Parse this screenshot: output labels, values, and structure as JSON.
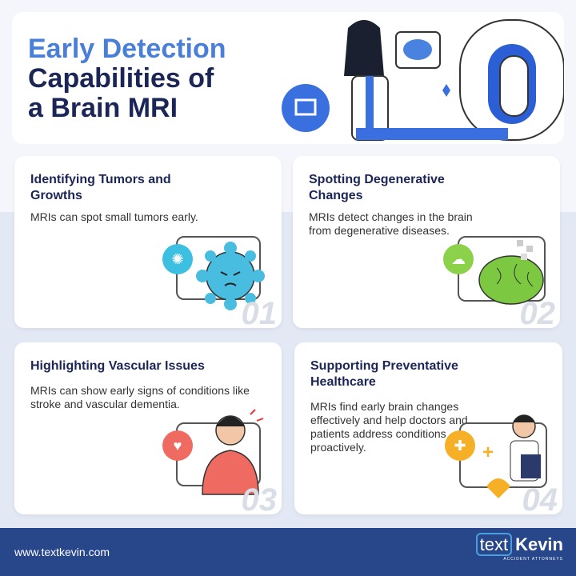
{
  "header": {
    "title_line1": "Early Detection",
    "title_line2": "Capabilities of",
    "title_line3": "a Brain MRI"
  },
  "cards": [
    {
      "title": "Identifying Tumors and Growths",
      "text": "MRIs can spot small tumors early.",
      "number": "01",
      "color": "#3cbfe0"
    },
    {
      "title": "Spotting Degenerative Changes",
      "text": "MRIs detect changes in the brain from degenerative diseases.",
      "number": "02",
      "color": "#8cd14a"
    },
    {
      "title": "Highlighting Vascular Issues",
      "text": "MRIs can show early signs of conditions like stroke and vascular dementia.",
      "number": "03",
      "color": "#ef6b62"
    },
    {
      "title": "Supporting Preventative Healthcare",
      "text": "MRIs find early brain changes effectively and help doctors and patients address conditions proactively.",
      "number": "04",
      "color": "#f5b028"
    }
  ],
  "footer": {
    "url": "www.textkevin.com",
    "logo_text": "text",
    "logo_name": "Kevin",
    "logo_tagline": "ACCIDENT ATTORNEYS"
  }
}
